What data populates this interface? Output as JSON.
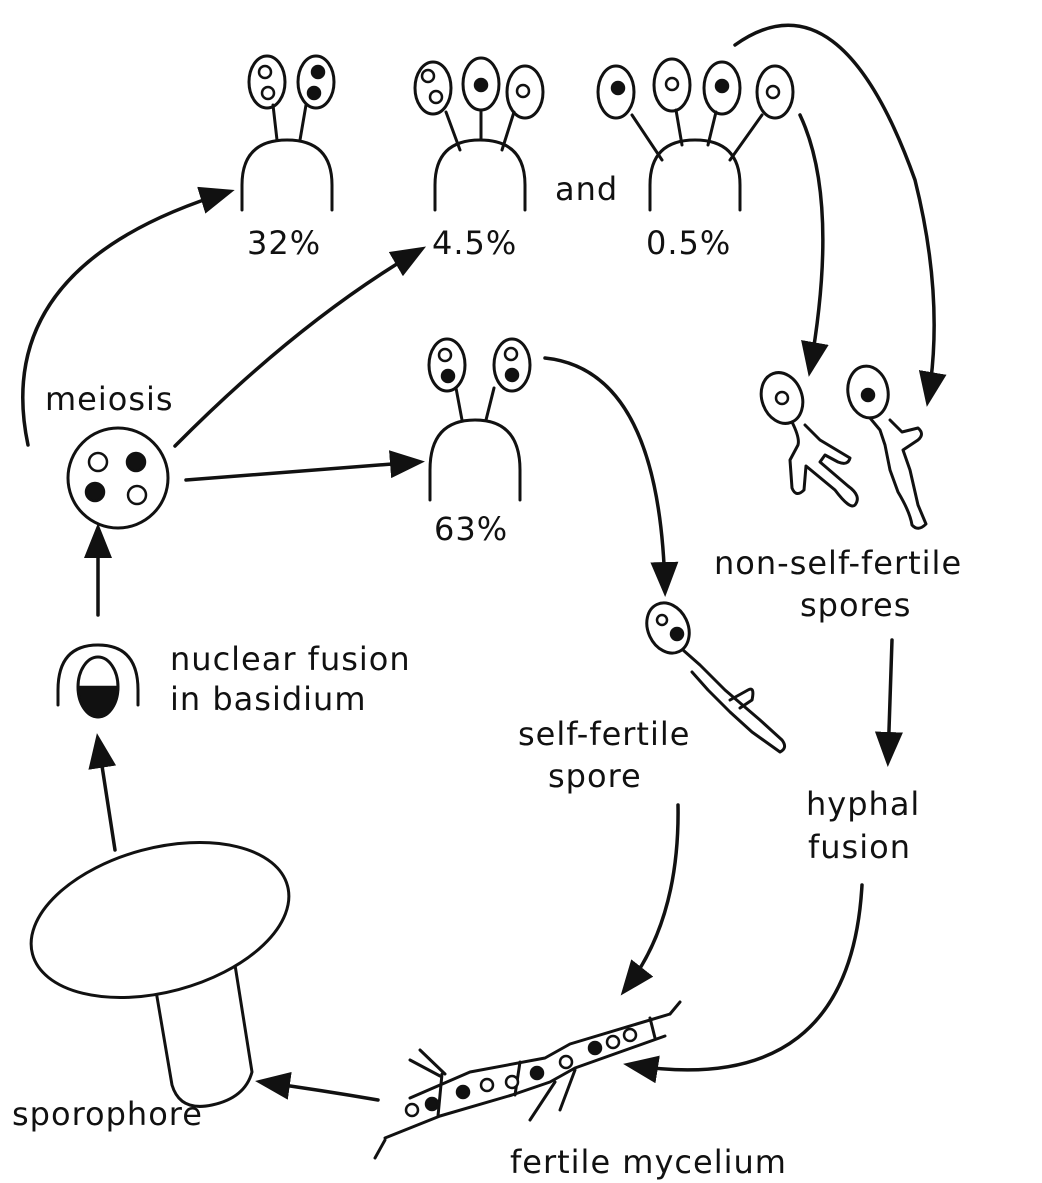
{
  "labels": {
    "pct_32": "32%",
    "pct_4_5": "4.5%",
    "and": "and",
    "pct_0_5": "0.5%",
    "meiosis": "meiosis",
    "pct_63": "63%",
    "non_self_fertile_1": "non-self-fertile",
    "non_self_fertile_2": "spores",
    "nuclear_fusion_1": "nuclear fusion",
    "nuclear_fusion_2": "in basidium",
    "self_fertile_1": "self-fertile",
    "self_fertile_2": "spore",
    "hyphal_fusion_1": "hyphal",
    "hyphal_fusion_2": "fusion",
    "sporophore": "sporophore",
    "fertile_mycelium": "fertile mycelium"
  },
  "colors": {
    "ink": "#111111",
    "paper": "#ffffff"
  }
}
